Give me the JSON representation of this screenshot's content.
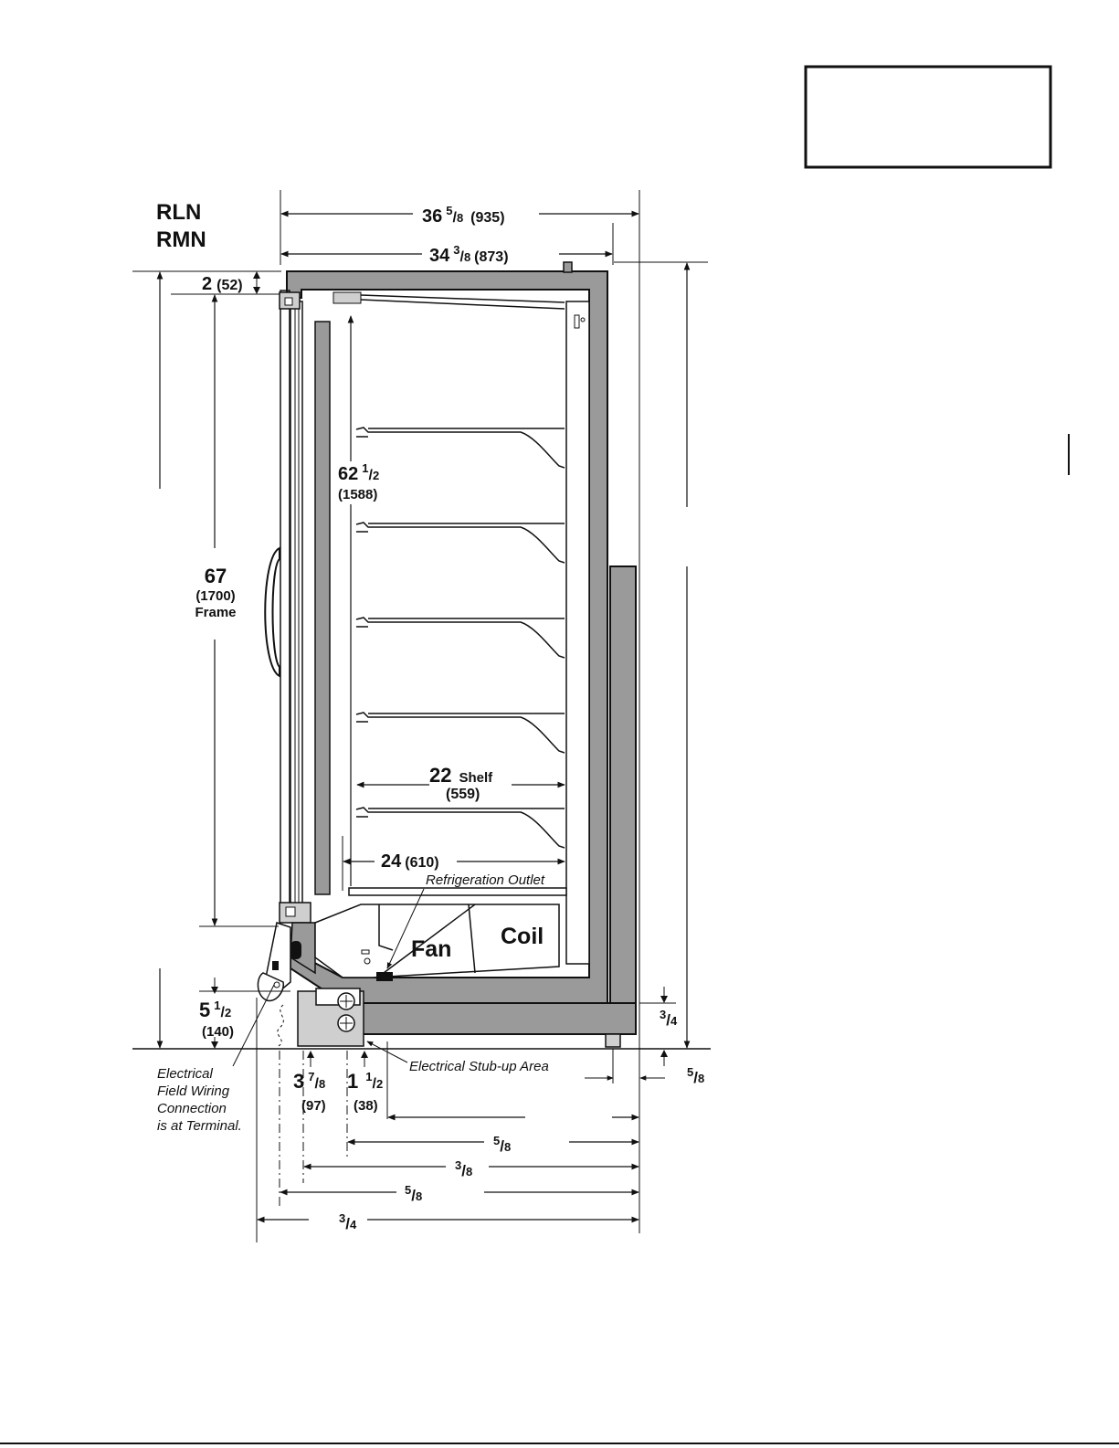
{
  "model_labels": [
    "RLN",
    "RMN"
  ],
  "dimensions": {
    "overall_width": {
      "value": "36",
      "fraction_num": "5",
      "fraction_den": "8",
      "metric": "(935)"
    },
    "body_width": {
      "value": "34",
      "fraction_num": "3",
      "fraction_den": "8",
      "metric": "(873)"
    },
    "top_gap": {
      "value": "2",
      "metric": "(52)"
    },
    "frame_height": {
      "value": "67",
      "metric": "(1700)",
      "label": "Frame"
    },
    "interior_height": {
      "value": "62",
      "fraction_num": "1",
      "fraction_den": "2",
      "metric": "(1588)"
    },
    "shelf_depth": {
      "value": "22",
      "label": "Shelf",
      "metric": "(559)"
    },
    "deck_depth": {
      "value": "24",
      "metric": "(610)"
    },
    "base_height": {
      "value": "5",
      "fraction_num": "1",
      "fraction_den": "2",
      "metric": "(140)"
    },
    "stub_left": {
      "value": "3",
      "fraction_num": "7",
      "fraction_den": "8",
      "metric": "(97)"
    },
    "stub_width": {
      "value": "1",
      "fraction_num": "1",
      "fraction_den": "2",
      "metric": "(38)"
    },
    "right_base_offset": {
      "fraction_num": "3",
      "fraction_den": "4"
    },
    "rear_offset": {
      "fraction_num": "5",
      "fraction_den": "8"
    },
    "bottom_1": {
      "fraction_num": "5",
      "fraction_den": "8"
    },
    "bottom_2": {
      "fraction_num": "3",
      "fraction_den": "8"
    },
    "bottom_3": {
      "fraction_num": "5",
      "fraction_den": "8"
    },
    "bottom_4": {
      "fraction_num": "3",
      "fraction_den": "4"
    }
  },
  "labels": {
    "fan": "Fan",
    "coil": "Coil",
    "refrigeration_outlet": "Refrigeration Outlet",
    "electrical_stub_up": "Electrical Stub-up Area",
    "electrical_note": [
      "Electrical",
      "Field Wiring",
      "Connection",
      "is at Terminal."
    ]
  },
  "colors": {
    "line": "#111111",
    "cabinet_fill": "#9a9a9a",
    "light_fill": "#cfcfcf",
    "box_border": "#111111"
  }
}
